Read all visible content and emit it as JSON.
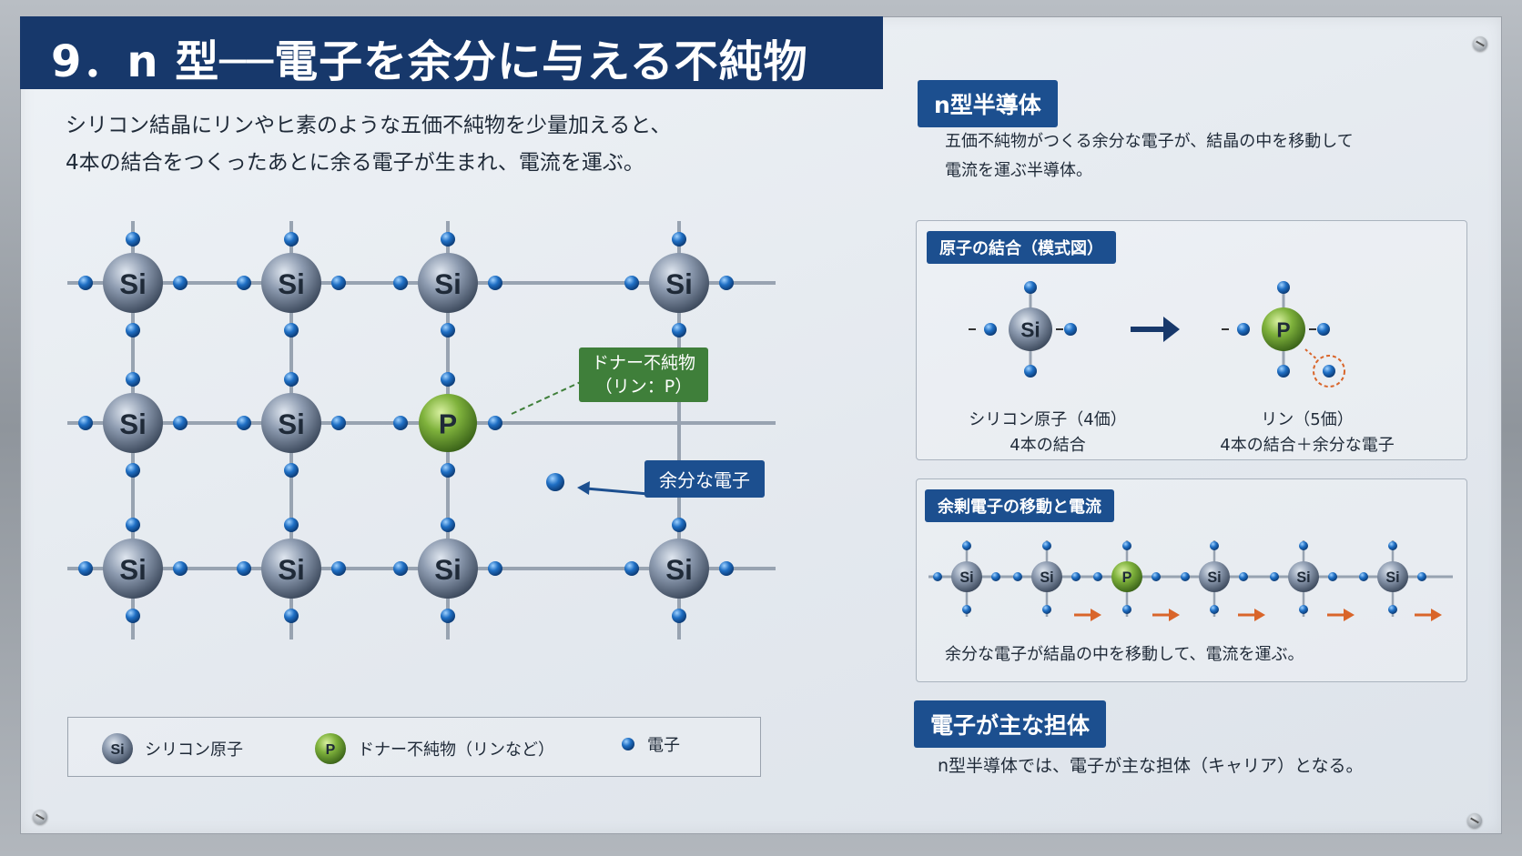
{
  "title": "9．n 型──電子を余分に与える不純物",
  "intro": [
    "シリコン結晶にリンやヒ素のような五価不純物を少量加えると、",
    "4本の結合をつくったあとに余る電子が生まれ、電流を運ぶ。"
  ],
  "lattice": {
    "si_symbol": "Si",
    "p_symbol": "P",
    "donor_label": [
      "ドナー不純物",
      "（リン：P）"
    ],
    "extra_electron_label": "余分な電子"
  },
  "legend": {
    "si_label": "シリコン原子",
    "p_label": "ドナー不純物（リンなど）",
    "electron_label": "電子"
  },
  "ntype": {
    "heading": "n型半導体",
    "desc": [
      "五価不純物がつくる余分な電子が、結晶の中を移動して",
      "電流を運ぶ半導体。"
    ]
  },
  "bond_panel": {
    "heading": "原子の結合（模式図）",
    "si_caption": [
      "シリコン原子（4価）",
      "4本の結合"
    ],
    "p_caption": [
      "リン（5価）",
      "4本の結合＋余分な電子"
    ]
  },
  "current_panel": {
    "heading": "余剰電子の移動と電流",
    "caption": "余分な電子が結晶の中を移動して、電流を運ぶ。"
  },
  "carrier": {
    "heading": "電子が主な担体",
    "desc": "n型半導体では、電子が主な担体（キャリア）となる。"
  },
  "colors": {
    "navy": "#17386b",
    "badge_blue": "#1c4f8f",
    "donor_green": "#3f7f3a",
    "arrow_orange": "#d9652a"
  }
}
